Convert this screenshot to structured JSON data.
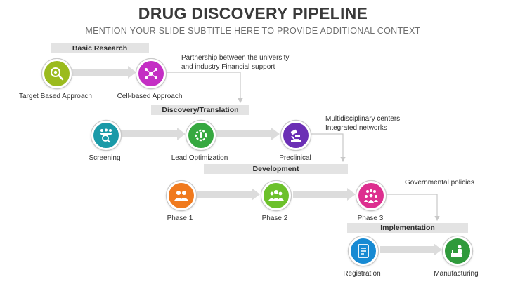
{
  "header": {
    "title": "DRUG DISCOVERY PIPELINE",
    "subtitle": "MENTION YOUR SLIDE SUBTITLE HERE TO PROVIDE ADDITIONAL CONTEXT"
  },
  "stages": [
    {
      "name": "Basic Research",
      "steps": [
        "Target Based Approach",
        "Cell-based Approach"
      ],
      "note": [
        "Partnership between the university",
        "and industry Financial support"
      ]
    },
    {
      "name": "Discovery/Translation",
      "steps": [
        "Screening",
        "Lead Optimization",
        "Preclinical"
      ],
      "note": [
        "Multidisciplinary centers",
        "Integrated networks"
      ]
    },
    {
      "name": "Development",
      "steps": [
        "Phase 1",
        "Phase 2",
        "Phase 3"
      ],
      "note": [
        "Governmental policies"
      ]
    },
    {
      "name": "Implementation",
      "steps": [
        "Registration",
        "Manufacturing"
      ]
    }
  ],
  "icons": {
    "target": "magnifier-gear-icon",
    "cell": "molecule-network-icon",
    "screening": "team-search-icon",
    "lead": "gear-test-tube-icon",
    "preclinical": "microscope-icon",
    "phase1": "people-group-icon",
    "phase2": "people-group-icon",
    "phase3": "people-group-icon",
    "registration": "document-checklist-icon",
    "manufacturing": "factory-worker-icon"
  },
  "colors": {
    "olive": "#9bbb1e",
    "magenta": "#c42ec4",
    "teal": "#1a9aa8",
    "green": "#36a840",
    "purple": "#6b2fb5",
    "orange": "#f07a1e",
    "lime": "#6cc12b",
    "pink": "#dd2f8f",
    "blue": "#178ad3",
    "darkgreen": "#2f9a3b",
    "connector": "#dcdcdc",
    "band": "#e3e3e3"
  }
}
